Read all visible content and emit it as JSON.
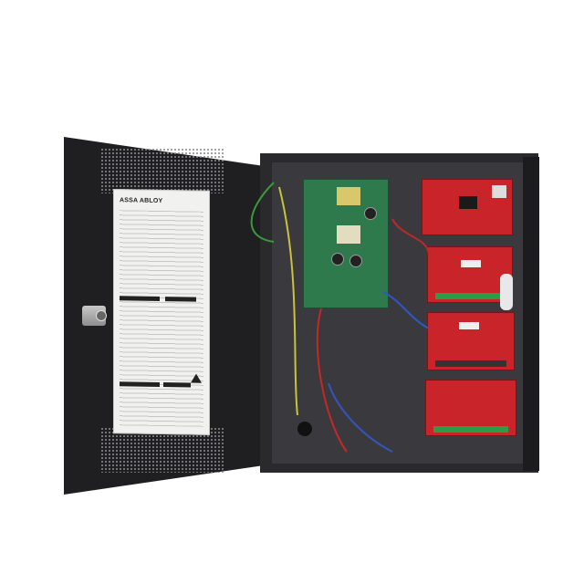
{
  "image": {
    "description": "Product photo of an open black metal power-supply enclosure with a hinged door on the left carrying an instruction label, a green power supply board and four red distribution/control boards mounted inside.",
    "background_color": "#ffffff"
  },
  "door": {
    "label": {
      "brand_text": "ASSA ABLOY"
    },
    "colors": {
      "enclosure": "#1f1f22",
      "label": "#f1f1ef"
    }
  },
  "cabinet": {
    "power_board_color": "#2f7a4c",
    "distribution_board_color": "#c8242a",
    "board_count": 5
  }
}
